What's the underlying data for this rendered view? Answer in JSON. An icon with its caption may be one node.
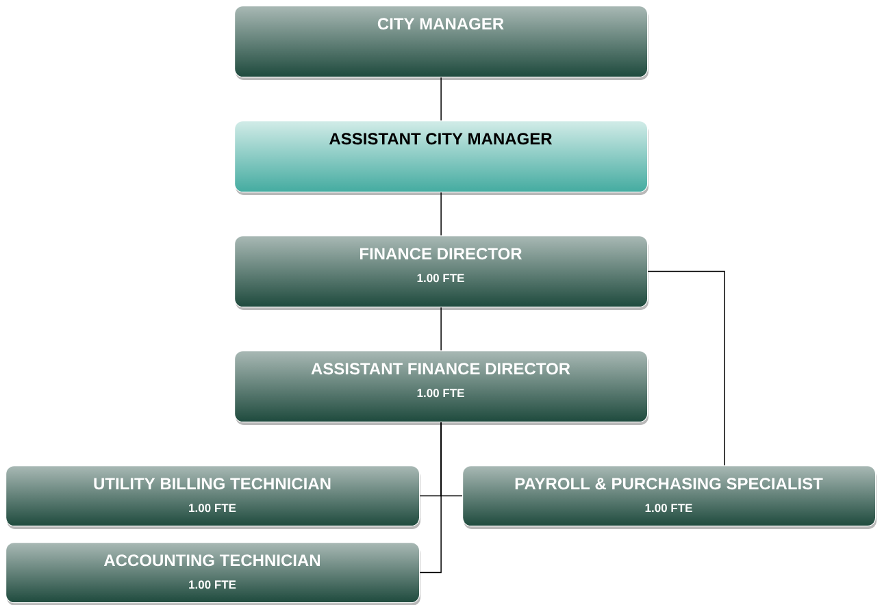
{
  "diagram": {
    "nodes": [
      {
        "text": [
          "CITY MANAGER"
        ]
      },
      {
        "text": [
          "ASSISTANT CITY MANAGER"
        ]
      },
      {
        "text": [
          "FINANCE DIRECTOR",
          "1.00 FTE"
        ]
      },
      {
        "text": [
          "ASSISTANT FINANCE DIRECTOR",
          "1.00 FTE"
        ]
      },
      {
        "text": [
          "UTILITY BILLING TECHNICIAN",
          "1.00 FTE"
        ]
      },
      {
        "text": [
          "PAYROLL & PURCHASING SPECIALIST",
          "1.00 FTE"
        ]
      },
      {
        "text": [
          "ACCOUNTING TECHNICIAN",
          "1.00 FTE"
        ]
      }
    ],
    "edges": [
      {
        "from": 0,
        "to": 1,
        "arrow": "none"
      },
      {
        "from": 1,
        "to": 2,
        "arrow": "none"
      },
      {
        "from": 2,
        "to": 3,
        "arrow": "none"
      },
      {
        "from": 2,
        "to": 5,
        "arrow": "none"
      },
      {
        "from": 3,
        "to": 4,
        "arrow": "none"
      },
      {
        "from": 3,
        "to": 5,
        "arrow": "none"
      },
      {
        "from": 3,
        "to": 6,
        "arrow": "none"
      }
    ]
  }
}
